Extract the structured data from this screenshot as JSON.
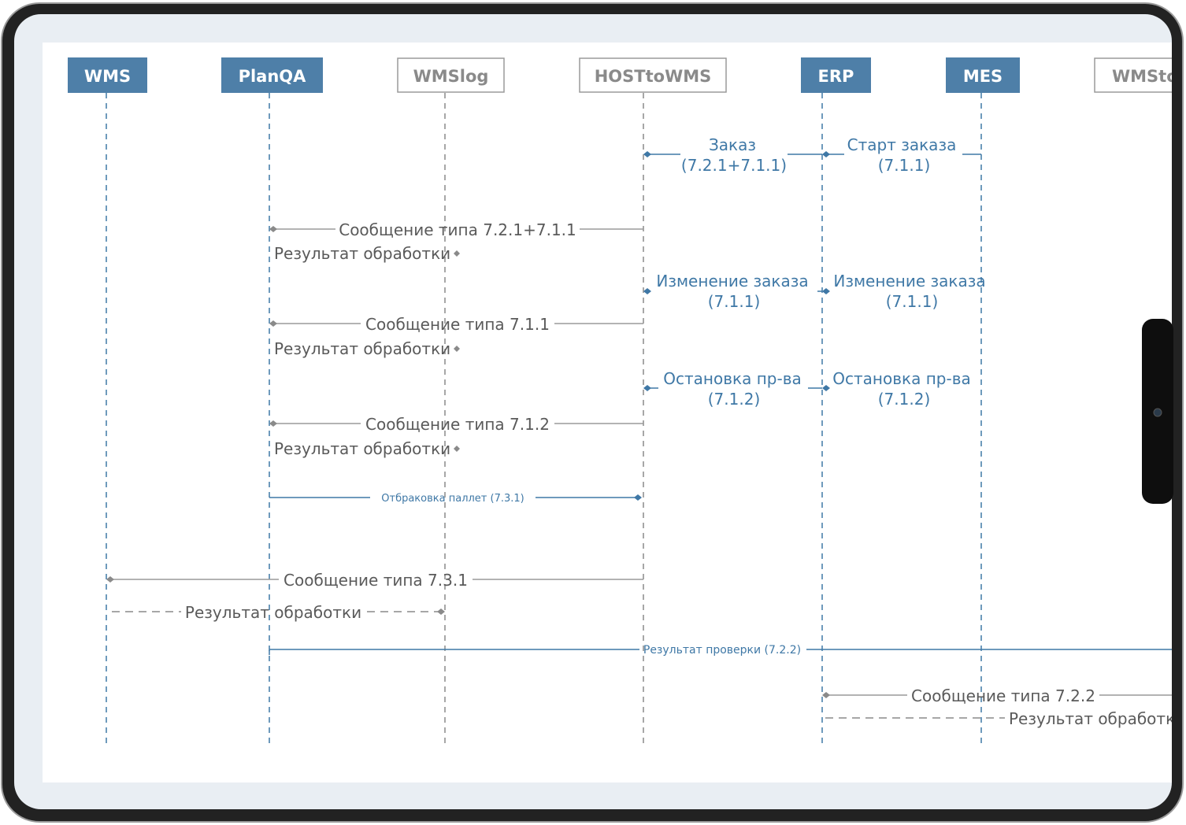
{
  "colors": {
    "accent": "#3f78a6",
    "accent_fill": "#4e7fa8",
    "gray_line": "#9a9a9a",
    "gray_text": "#5a5a5a",
    "device_frame": "#1b1b1b",
    "screen_bg": "#e9eef3"
  },
  "lifelines": [
    {
      "label": "WMS",
      "style": "filled"
    },
    {
      "label": "PlanQA",
      "style": "filled"
    },
    {
      "label": "WMSlog",
      "style": "outline"
    },
    {
      "label": "HOSTtoWMS",
      "style": "outline"
    },
    {
      "label": "ERP",
      "style": "filled"
    },
    {
      "label": "MES",
      "style": "filled"
    },
    {
      "label": "WMSto",
      "style": "outline"
    }
  ],
  "messages": {
    "order": [
      "Заказ",
      "(7.2.1+7.1.1)"
    ],
    "order_start": [
      "Старт заказа",
      "(7.1.1)"
    ],
    "msg_7211": "Сообщение типа 7.2.1+7.1.1",
    "result_1": "Результат обработки",
    "change_1": [
      "Изменение заказа",
      "(7.1.1)"
    ],
    "change_2": [
      "Изменение заказа",
      "(7.1.1)"
    ],
    "msg_711": "Сообщение типа 7.1.1",
    "result_2": "Результат обработки",
    "stop_1": [
      "Остановка пр-ва",
      "(7.1.2)"
    ],
    "stop_2": [
      "Остановка пр-ва",
      "(7.1.2)"
    ],
    "msg_712": "Сообщение типа 7.1.2",
    "result_3": "Результат обработки",
    "reject_pallets": "Отбраковка паллет (7.3.1)",
    "msg_731": "Сообщение типа 7.3.1",
    "result_4": "Результат обработки",
    "check_result": "Результат проверки (7.2.2)",
    "msg_722": "Сообщение типа 7.2.2",
    "result_5": "Результат обработк"
  }
}
